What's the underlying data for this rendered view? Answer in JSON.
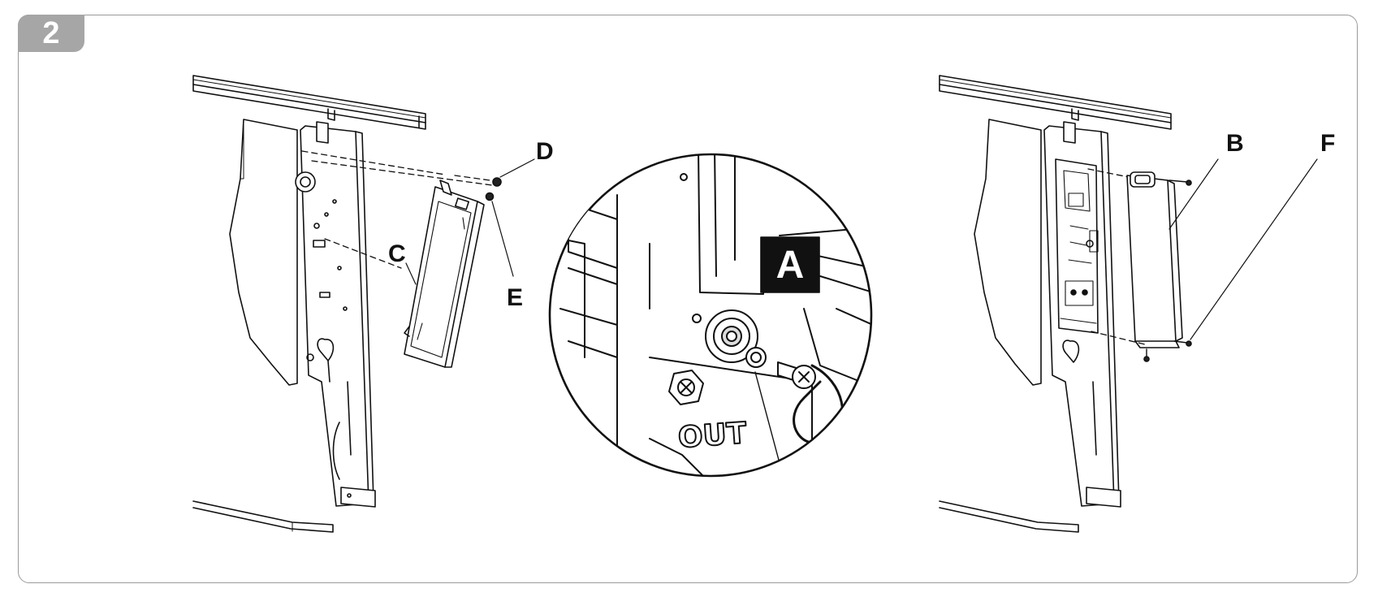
{
  "step": {
    "number": "2"
  },
  "callouts": {
    "a": "A",
    "b": "B",
    "c": "C",
    "d": "D",
    "e": "E",
    "f": "F"
  },
  "detail": {
    "port_marking": "OUT"
  },
  "colors": {
    "frame": "#9a9a9a",
    "tab": "#a6a6a6",
    "ink": "#111111"
  }
}
